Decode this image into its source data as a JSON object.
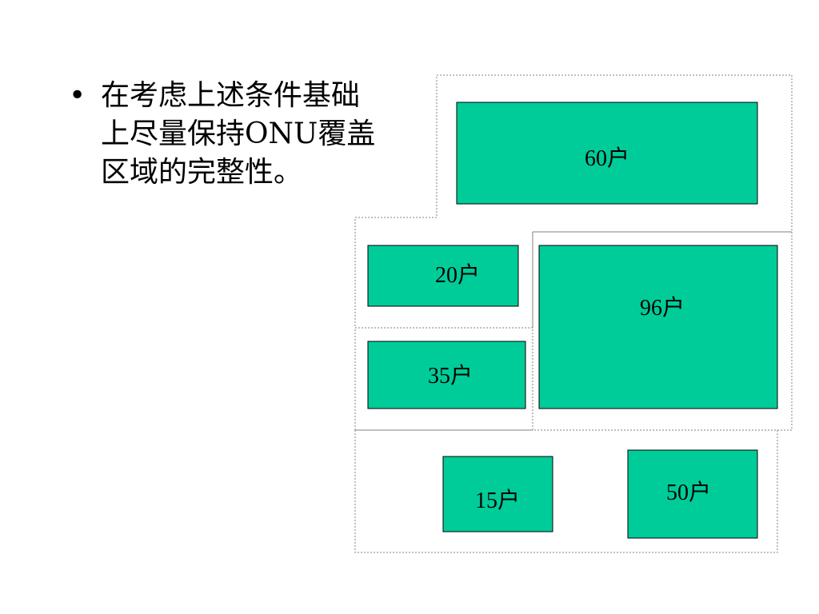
{
  "bullet": {
    "symbol": "•",
    "lines": [
      "在考虑上述条件基础",
      "上尽量保持ONU覆盖",
      "区域的完整性。"
    ]
  },
  "colors": {
    "block_fill": "#00CC99",
    "block_border": "#000000",
    "region_border": "#808080"
  },
  "blocks": [
    {
      "id": "60",
      "label": "60户"
    },
    {
      "id": "20",
      "label": "20户"
    },
    {
      "id": "96",
      "label": "96户"
    },
    {
      "id": "35",
      "label": "35户"
    },
    {
      "id": "15",
      "label": "15户"
    },
    {
      "id": "50",
      "label": "50户"
    }
  ]
}
